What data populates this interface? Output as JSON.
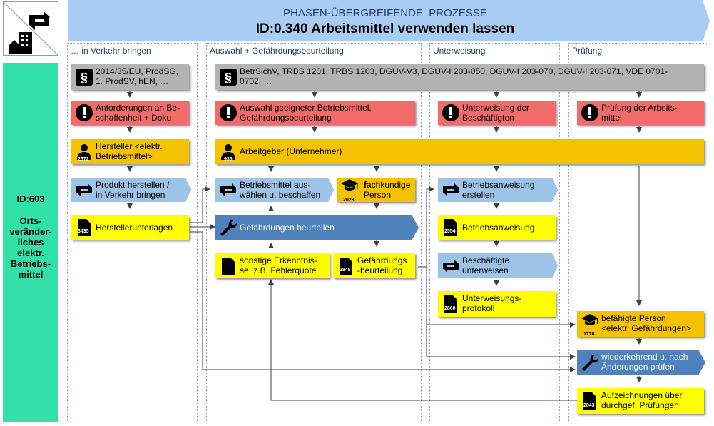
{
  "header": {
    "line1": "PHASEN-ÜBERGREIFENDE  PROZESSE",
    "line2": "ID:0.340 Arbeitsmittel verwenden lassen"
  },
  "side": {
    "id": "ID:603",
    "label": "Orts-\nveränder-\nliches\nelektr.\nBetriebs-\nmittel"
  },
  "lanes": [
    {
      "title": "… in Verkehr bringen"
    },
    {
      "title": "Auswahl + Gefährdungsbeurteilung"
    },
    {
      "title": "Unterweisung"
    },
    {
      "title": "Prüfung"
    }
  ],
  "boxes": {
    "law1": "2014/35/EU, ProdSG,\n1. ProdSV, hEN, …",
    "law2": "BetrSichV, TRBS 1201, TRBS 1203, DGUV-V3, DGUV-I 203-050, DGUV-I 203-070, DGUV-I 203-071, VDE 0701-\n0702, …",
    "req1": "Anforderungen an Be-\nschaffenheit + Doku",
    "req2": "Auswahl geeigneter Betriebsmittel,\nGefährdungsbeurteilung",
    "req3": "Unterweisung der\nBeschäftigten",
    "req4": "Prüfung der Arbeits-\nmittel",
    "role1": "Hersteller <elektr.\nBetriebsmittel>",
    "role1_num": "2372",
    "role2": "Arbeitgeber (Unternehmer)",
    "role2_num": "936",
    "proc1": "Produkt herstellen /\nin Verkehr bringen",
    "proc2": "Betriebsmittel aus-\nwählen u. beschaffen",
    "qual1_prefix": "f",
    "qual1": "achkundige\nPerson",
    "qual1_num": "2023",
    "proc3": "Betriebsanweisung\nerstellen",
    "doc1": "Herstellerunterlagen",
    "doc1_num": "3435",
    "task1": "Gefährdungen beurteilen",
    "doc2": "Betriebsanweisung",
    "doc2_num": "2554",
    "doc3": "sonstige Erkenntnis-\nse, z.B. Fehlerquote",
    "doc4": "Gefährdungs\n-beurteilung",
    "doc4_num": "2848",
    "proc4": "Beschäftigte\nunterweisen",
    "doc5": "Unterweisungs-\nprotokoll",
    "doc5_num": "2860",
    "qual2": "befähigte Person\n<elektr. Gefährdungen>",
    "qual2_num": "1770",
    "task2": "wiederkehrend u. nach\nÄnderungen prüfen",
    "doc6": "Aufzeichnungen über\ndurchgef. Prüfungen",
    "doc6_num": "2843"
  },
  "colors": {
    "header": "#a9cdf2",
    "side": "#33e0a8",
    "gray": "#b3b3b3",
    "red": "#f26b6b",
    "orange": "#f5c200",
    "yellow": "#ffff00",
    "blue": "#4f81bd",
    "lightblue": "#9dc3e6"
  },
  "icons": [
    "repeat-icon",
    "building-icon",
    "paragraph-icon",
    "exclamation-icon",
    "person-icon",
    "graduation-cap-icon",
    "document-icon",
    "wrench-icon"
  ]
}
